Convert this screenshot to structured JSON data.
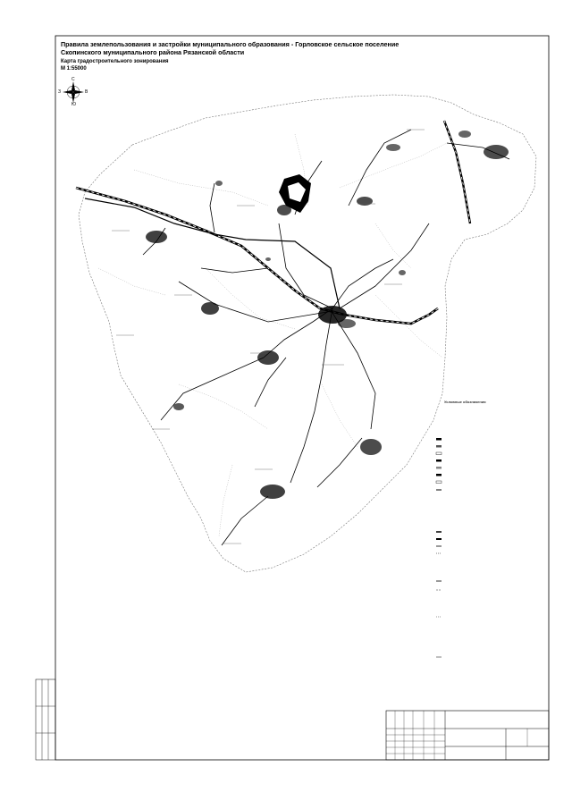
{
  "title": "Правила землепользования и застройки муниципального образования - Горловское сельское поселение Скопинского муниципального района Рязанской области",
  "map_name": "Карта градостроительного зонирования",
  "scale": "М 1:55000",
  "compass": {
    "north": "С",
    "south": "Ю",
    "west": "З",
    "east": "В"
  },
  "legend": {
    "title": "Условные обозначения"
  },
  "colors": {
    "ink": "#000000",
    "thin_line": "#555555",
    "boundary": "#888888",
    "background": "#ffffff"
  }
}
